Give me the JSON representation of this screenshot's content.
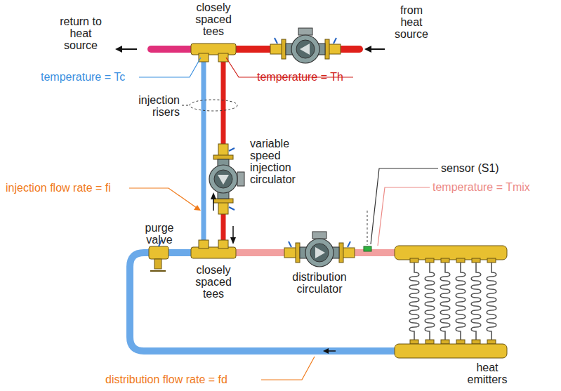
{
  "diagram": {
    "labels": [
      "closely spaced tees",
      "return to heat source",
      "from heat source",
      "temperature = Tc",
      "temperature = Th",
      "injection risers",
      "variable speed injection circulator",
      "injection flow rate = fi",
      "sensor (S1)",
      "temperature = Tmix",
      "purge valve",
      "closely spaced tees",
      "distribution circulator",
      "distribution flow rate = fd",
      "heat emitters"
    ]
  }
}
